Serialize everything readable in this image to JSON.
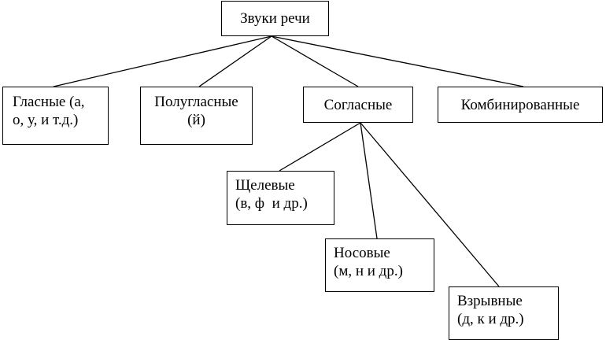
{
  "diagram": {
    "root": {
      "label": "Звуки речи"
    },
    "categories": [
      {
        "lines": [
          "Гласные (а,",
          "о, у, и т.д.)"
        ]
      },
      {
        "lines": [
          "Полугласные",
          "(й)"
        ]
      },
      {
        "lines": [
          "Согласные"
        ]
      },
      {
        "lines": [
          "Комбинированные"
        ]
      }
    ],
    "consonant_types": [
      {
        "lines": [
          "Щелевые",
          "(в, ф  и др.)"
        ]
      },
      {
        "lines": [
          "Носовые",
          "(м, н и др.)"
        ]
      },
      {
        "lines": [
          "Взрывные",
          "(д, к и др.)"
        ]
      }
    ],
    "line_color": "#000000",
    "box_border_color": "#000000"
  }
}
